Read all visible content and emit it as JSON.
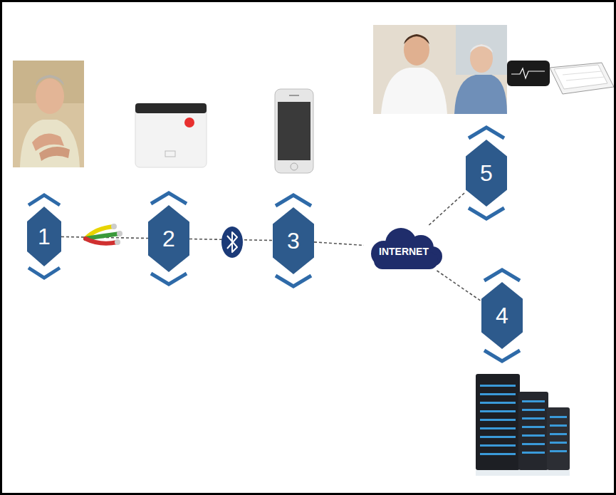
{
  "diagram": {
    "nodes": [
      {
        "text": [
          "1"
        ]
      },
      {
        "text": [
          "2"
        ]
      },
      {
        "text": [
          "3"
        ]
      },
      {
        "text": [
          "INTERNET"
        ]
      },
      {
        "text": [
          "5"
        ]
      },
      {
        "text": [
          "4"
        ]
      }
    ],
    "edges": [
      {
        "from": 0,
        "to": 1,
        "arrow": "none"
      },
      {
        "from": 1,
        "to": 2,
        "arrow": "none"
      },
      {
        "from": 2,
        "to": 3,
        "arrow": "none"
      },
      {
        "from": 3,
        "to": 4,
        "arrow": "none"
      },
      {
        "from": 3,
        "to": 5,
        "arrow": "none"
      }
    ]
  }
}
